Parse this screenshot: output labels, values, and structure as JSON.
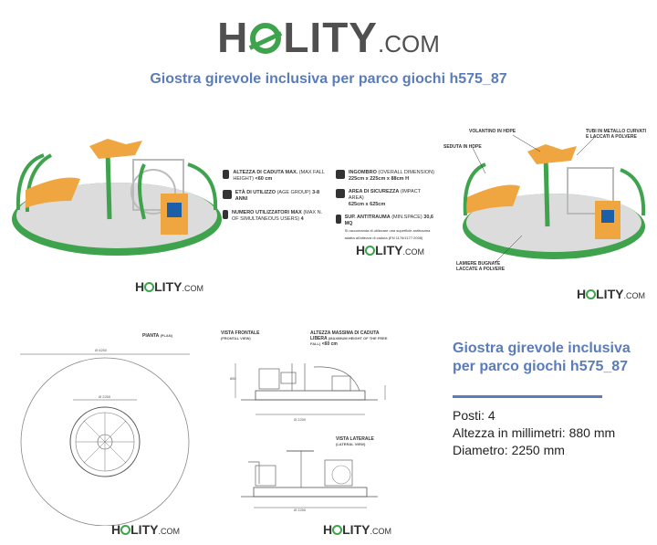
{
  "brand": {
    "prefix": "H",
    "suffix": "LITY",
    "dotcom": ".COM"
  },
  "page_title": "Giostra girevole inclusiva per parco giochi h575_87",
  "specs_left": [
    {
      "label": "ALTEZZA DI CADUTA MAX.",
      "sub": "(MAX FALL HEIGHT)",
      "value": "<60 cm"
    },
    {
      "label": "ETÀ DI UTILIZZO",
      "sub": "(AGE GROUP)",
      "value": "3-8 ANNI"
    },
    {
      "label": "NUMERO UTILIZZATORI MAX",
      "sub": "(MAX N. OF SIMULTANEOUS USERS)",
      "value": "4"
    }
  ],
  "specs_right": [
    {
      "label": "INGOMBRO",
      "sub": "(OVERALL DIMENSION)",
      "value": "225cm x 225cm x 88cm H"
    },
    {
      "label": "AREA DI SICUREZZA",
      "sub": "(IMPACT AREA)",
      "value": "625cm x 625cm"
    },
    {
      "label": "SUP. ANTITRAUMA",
      "sub": "(MIN.SPACE)",
      "value": "30,6 MQ",
      "note": "Si raccomanda di utilizzare una superficie antitrauma adatta all'altezza di caduta (EN 1176/1177:2008)"
    }
  ],
  "callouts": {
    "volantino": "VOLANTINO IN HDPE",
    "tubi": "TUBI IN METALLO CURVATI E LACCATI A POLVERE",
    "seduta": "SEDUTA IN HDPE",
    "lamiere": "LAMIERE BUGNATE LACCATE A POLVERE"
  },
  "drawings": {
    "pianta_label": "PIANTA",
    "pianta_sub": "(PLAN)",
    "dim_outer": "Ø 6250",
    "dim_inner": "Ø 2250",
    "frontale_label": "VISTA FRONTALE",
    "frontale_sub": "(FRONTAL VIEW)",
    "altezza_label": "ALTEZZA MASSIMA DI CADUTA LIBERA",
    "altezza_sub": "(MAXIMUM HEIGHT OF THE FREE FALL)",
    "altezza_value": "<60 cm",
    "height_dim": "880",
    "base_dim": "Ø 2250",
    "laterale_label": "VISTA LATERALE",
    "laterale_sub": "(LATERAL VIEW)",
    "base_dim2": "Ø 2250"
  },
  "product": {
    "title": "Giostra girevole inclusiva per parco giochi h575_87",
    "attributes": [
      "Posti: 4",
      "Altezza in millimetri: 880 mm",
      "Diametro: 2250 mm"
    ]
  },
  "colors": {
    "accent": "#5b7cba",
    "green": "#3fa34d",
    "seat": "#f0a640",
    "platform": "#d8d8d8"
  }
}
